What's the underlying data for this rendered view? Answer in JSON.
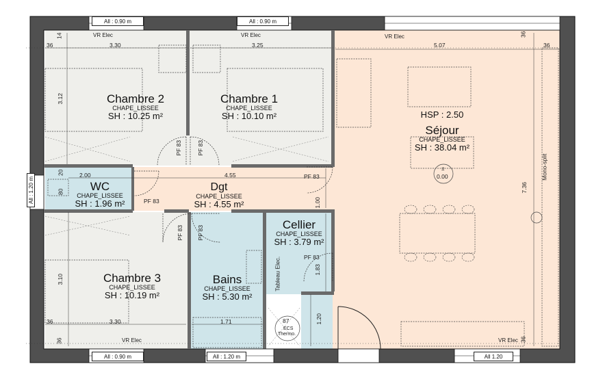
{
  "rooms": {
    "chambre2": {
      "name": "Chambre 2",
      "finish": "CHAPE_LISSEE",
      "sh": "SH : 10.25 m²"
    },
    "chambre1": {
      "name": "Chambre 1",
      "finish": "CHAPE_LISSEE",
      "sh": "SH : 10.10 m²"
    },
    "sejour": {
      "name": "Séjour",
      "finish": "CHAPE_LISSEE",
      "sh": "SH : 38.04 m²",
      "hsp": "HSP : 2.50"
    },
    "wc": {
      "name": "WC",
      "finish": "CHAPE_LISSEE",
      "sh": "SH : 1.96 m²"
    },
    "dgt": {
      "name": "Dgt",
      "finish": "CHAPE_LISSEE",
      "sh": "SH : 4.55 m²"
    },
    "cellier": {
      "name": "Cellier",
      "finish": "CHAPE_LISSEE",
      "sh": "SH : 3.79 m²"
    },
    "chambre3": {
      "name": "Chambre 3",
      "finish": "CHAPE_LISSEE",
      "sh": "SH : 10.19 m²"
    },
    "bains": {
      "name": "Bains",
      "finish": "CHAPE_LISSEE",
      "sh": "SH : 5.30 m²"
    }
  },
  "windows": {
    "top_left": "All : 0.90 m",
    "top_mid": "All : 0.90 m",
    "bottom_left": "All : 0.90 m",
    "bottom_mid": "All : 1.20 m",
    "bottom_right": "All 1.20",
    "left": "All : 1.20 m"
  },
  "dimensions": {
    "d36": "36",
    "d14": "14",
    "d20": "20",
    "d80": "80",
    "w330": "3.30",
    "w325": "3.25",
    "w507": "5.07",
    "h312": "3.12",
    "w455": "4.55",
    "w200": "2.00",
    "h736": "7.36",
    "h100": "1.00",
    "h183": "1.83",
    "h310": "3.10",
    "w171": "1.71",
    "h120": "1.20"
  },
  "labels": {
    "vr_elec": "VR Elec",
    "pf83": "PF 83",
    "mono_split": "Mono-split",
    "tableau": "Tableau Elec.",
    "ecs_num": "87",
    "ecs": "ECS",
    "thermo": "Thermo.",
    "level_sign": "±",
    "level": "0.00"
  },
  "colors": {
    "wall": "#505050",
    "sejour_fill": "#fde7d6",
    "dgt_fill": "#fde7d6",
    "bedroom_fill": "#efefeb",
    "wet_fill": "#cfe5ea"
  }
}
